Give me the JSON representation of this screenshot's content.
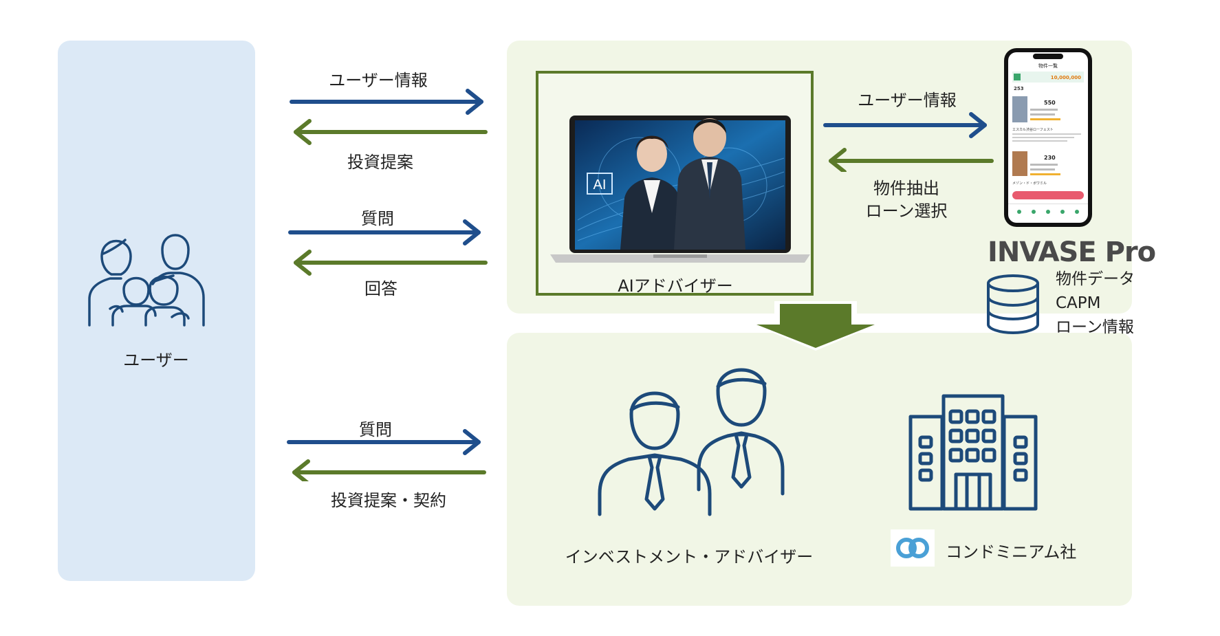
{
  "user_panel": {
    "label": "ユーザー"
  },
  "flows": {
    "top_to_ai": "ユーザー情報",
    "top_from_ai": "投資提案",
    "mid_to_ai": "質問",
    "mid_from_ai": "回答",
    "bottom_to_advisor": "質問",
    "bottom_from_advisor": "投資提案・契約",
    "ai_to_app": "ユーザー情報",
    "app_to_ai": "物件抽出\nローン選択"
  },
  "ai_advisor": {
    "label": "AIアドバイザー",
    "screen_badge": "AI"
  },
  "app": {
    "brand": "INVASE Pro",
    "phone_header": "物件一覧",
    "phone_price_top": "10,000,000",
    "phone_count": "253",
    "phone_listing_1_price": "550",
    "phone_listing_1_name": "エスカル渋谷ローフェスト",
    "phone_listing_2_price": "230",
    "phone_listing_2_name": "メゾン・ド・ボワミル"
  },
  "database": {
    "items": [
      "物件データ",
      "CAPM",
      "ローン情報"
    ]
  },
  "advisor": {
    "label": "インベストメント・アドバイザー"
  },
  "company": {
    "label": "コンドミニアム社"
  },
  "colors": {
    "user_panel": "#dce9f6",
    "green_panel": "#f1f6e6",
    "blue_arrow": "#1f4e8c",
    "green_arrow": "#5b7a2a",
    "icon_navy": "#1d4a7a"
  }
}
